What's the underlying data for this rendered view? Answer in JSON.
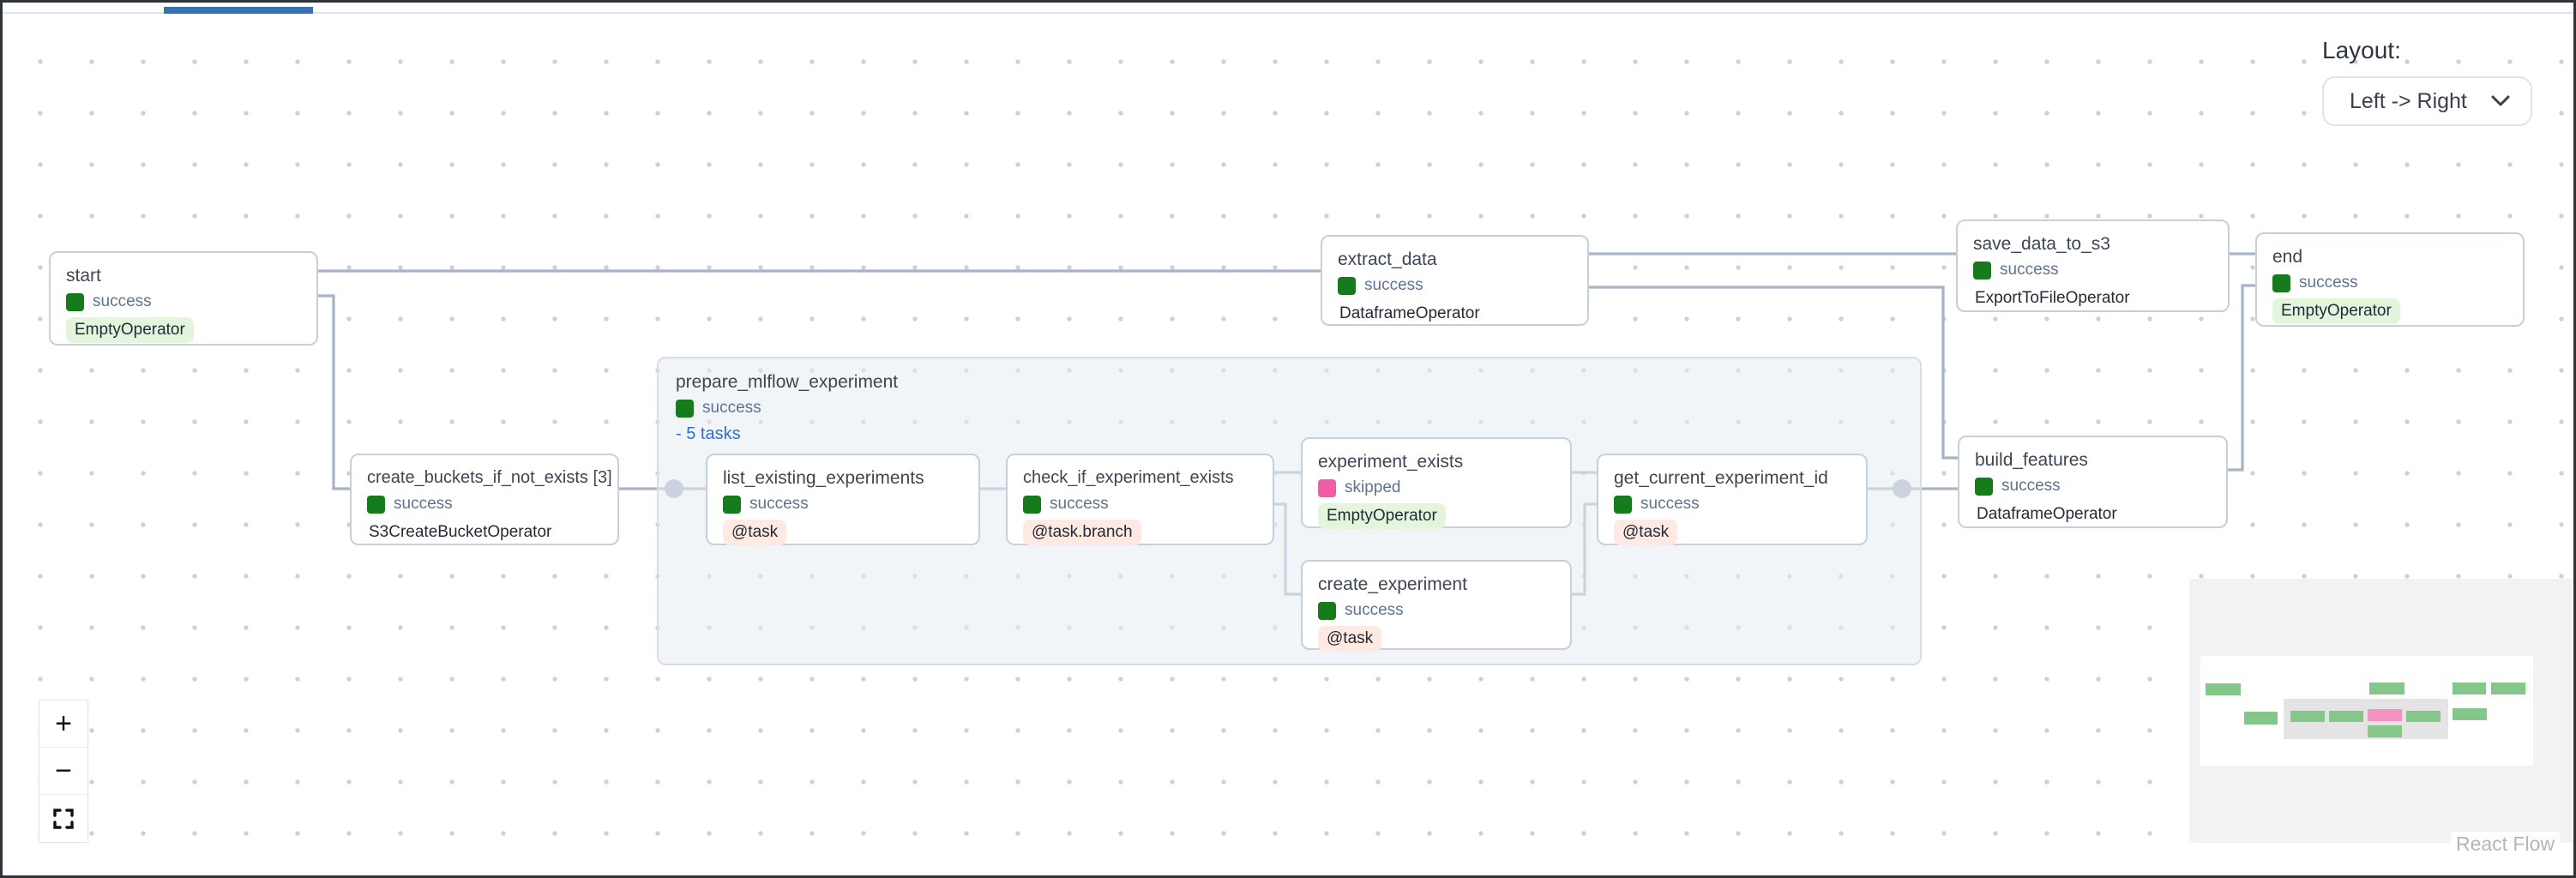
{
  "layout_panel": {
    "label": "Layout:",
    "selected": "Left -> Right"
  },
  "group": {
    "title": "prepare_mlflow_experiment",
    "status": "success",
    "tasks_link": "- 5 tasks"
  },
  "nodes": {
    "start": {
      "title": "start",
      "status": "success",
      "operator": "EmptyOperator"
    },
    "extract_data": {
      "title": "extract_data",
      "status": "success",
      "operator": "DataframeOperator"
    },
    "save_data_to_s3": {
      "title": "save_data_to_s3",
      "status": "success",
      "operator": "ExportToFileOperator"
    },
    "end": {
      "title": "end",
      "status": "success",
      "operator": "EmptyOperator"
    },
    "create_buckets": {
      "title": "create_buckets_if_not_exists [3]",
      "status": "success",
      "operator": "S3CreateBucketOperator"
    },
    "list_existing": {
      "title": "list_existing_experiments",
      "status": "success",
      "operator": "@task"
    },
    "check_if": {
      "title": "check_if_experiment_exists",
      "status": "success",
      "operator": "@task.branch"
    },
    "experiment_exists": {
      "title": "experiment_exists",
      "status": "skipped",
      "operator": "EmptyOperator"
    },
    "create_experiment": {
      "title": "create_experiment",
      "status": "success",
      "operator": "@task"
    },
    "get_current": {
      "title": "get_current_experiment_id",
      "status": "success",
      "operator": "@task"
    },
    "build_features": {
      "title": "build_features",
      "status": "success",
      "operator": "DataframeOperator"
    }
  },
  "controls": {
    "zoom_in": "+",
    "zoom_out": "−",
    "fit_view_icon": "fit-view-icon"
  },
  "minimap": {
    "attribution": "React Flow"
  },
  "colors": {
    "success_square": "#167c1b",
    "skipped_square": "#f25ca4",
    "edge": "#a7b4c7",
    "active_tab": "#3572b3",
    "badge_green_bg": "#e3f5dd",
    "badge_salmon_bg": "#ffe9e3",
    "tasks_link_blue": "#2a6fdb",
    "minimap_green": "#85c78a",
    "minimap_pink": "#f492c2"
  }
}
